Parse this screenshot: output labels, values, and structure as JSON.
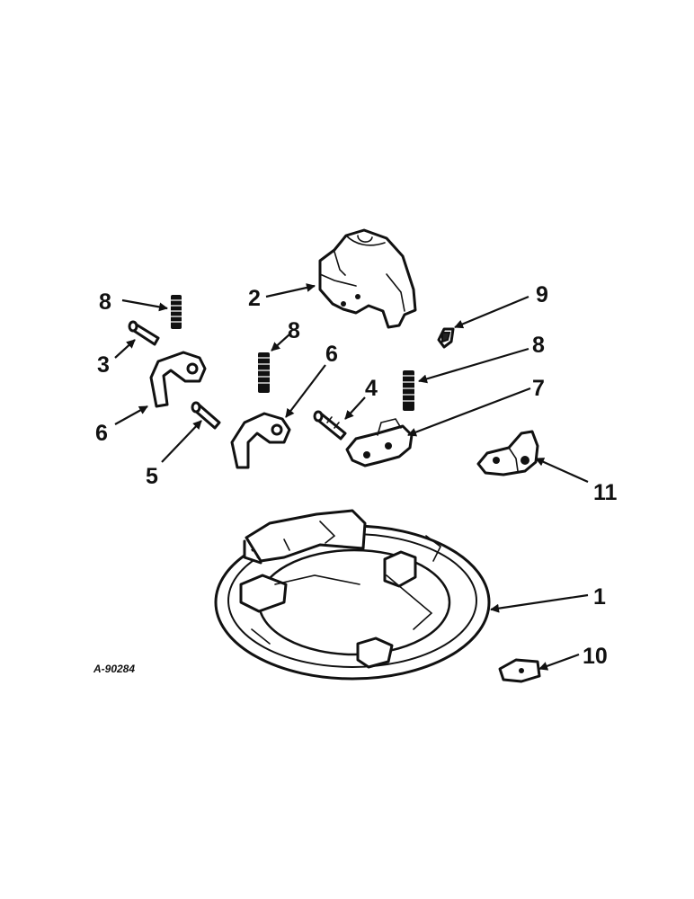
{
  "figure_code": "A-90284",
  "callouts": {
    "c1": "1",
    "c2": "2",
    "c3": "3",
    "c4": "4",
    "c5": "5",
    "c6a": "6",
    "c6b": "6",
    "c7": "7",
    "c8a": "8",
    "c8b": "8",
    "c8c": "8",
    "c9": "9",
    "c10": "10",
    "c11": "11"
  }
}
